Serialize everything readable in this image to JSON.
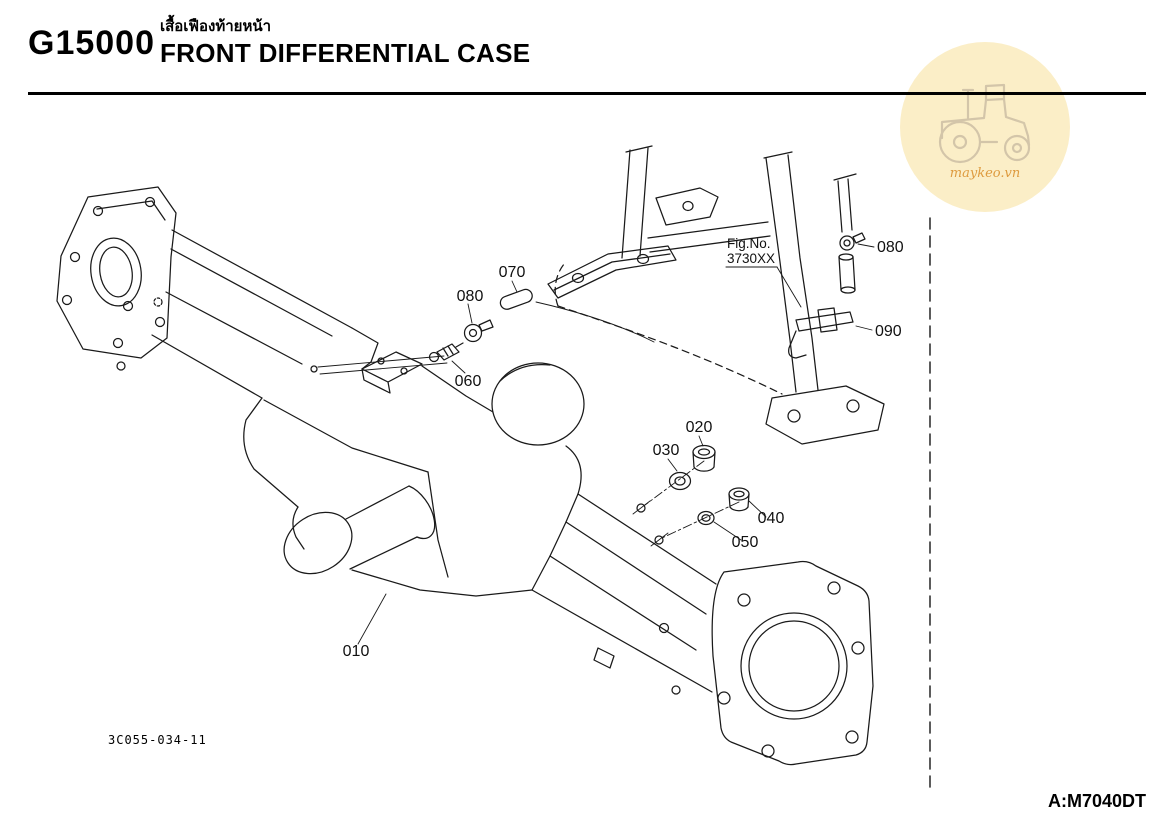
{
  "header": {
    "code": "G15000",
    "title_thai": "เสื้อเฟืองท้ายหน้า",
    "title_en": "FRONT DIFFERENTIAL CASE"
  },
  "watermark": {
    "site": "maykeo.vn"
  },
  "figure": {
    "fig_ref": {
      "label": "Fig.No.",
      "value": "3730XX"
    },
    "callouts": {
      "c010": "010",
      "c020": "020",
      "c030": "030",
      "c040": "040",
      "c050": "050",
      "c060": "060",
      "c070": "070",
      "c080a": "080",
      "c080b": "080",
      "c090": "090"
    }
  },
  "footer": {
    "drawing_number": "3C055-034-11",
    "model_ref": "A:M7040DT"
  }
}
